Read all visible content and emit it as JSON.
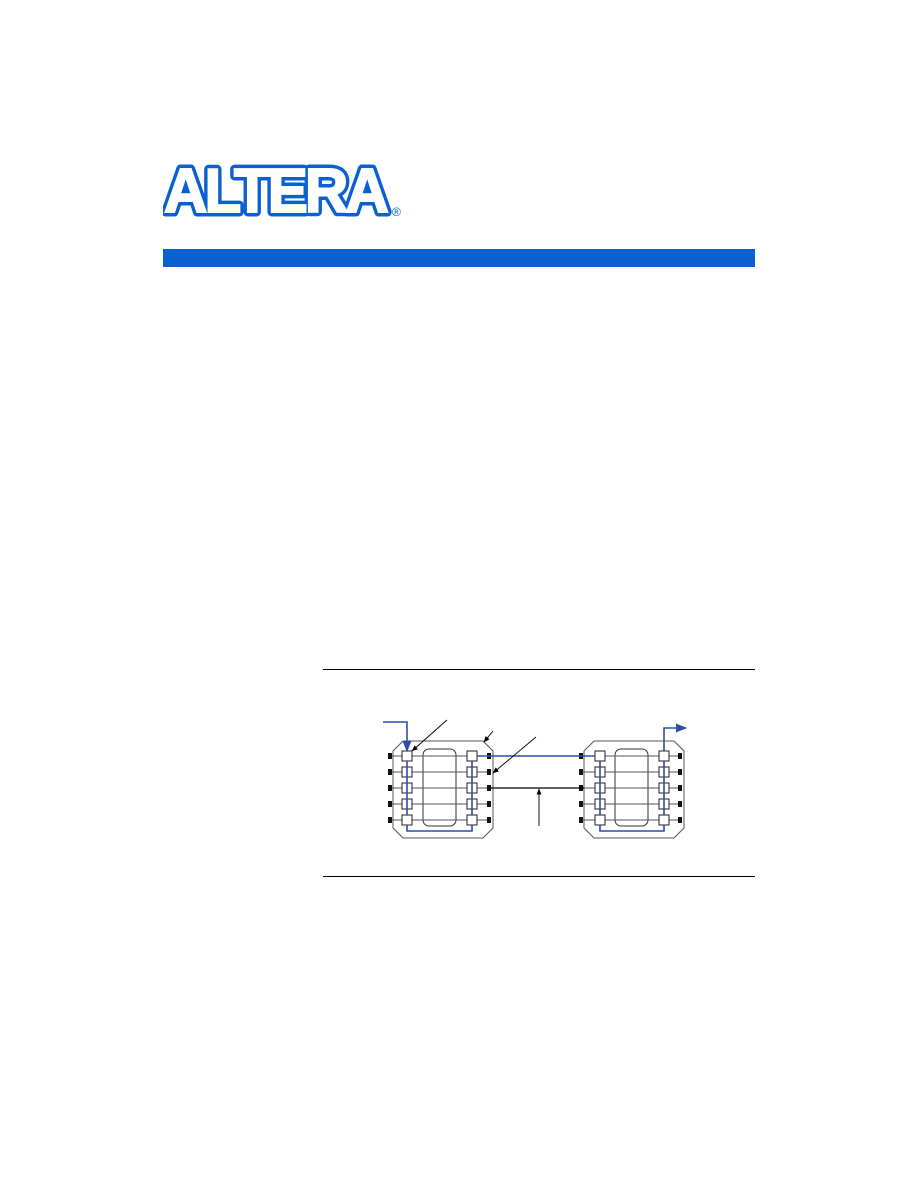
{
  "logo": {
    "brand": "ALTERA",
    "mark": "®",
    "color": "#0a60d0"
  },
  "header_bar": {
    "color": "#0a60d0"
  },
  "figure": {
    "line_color": "#000000",
    "accent_color": "#2a4fa8",
    "devices": 2,
    "cells_per_column": 5
  }
}
